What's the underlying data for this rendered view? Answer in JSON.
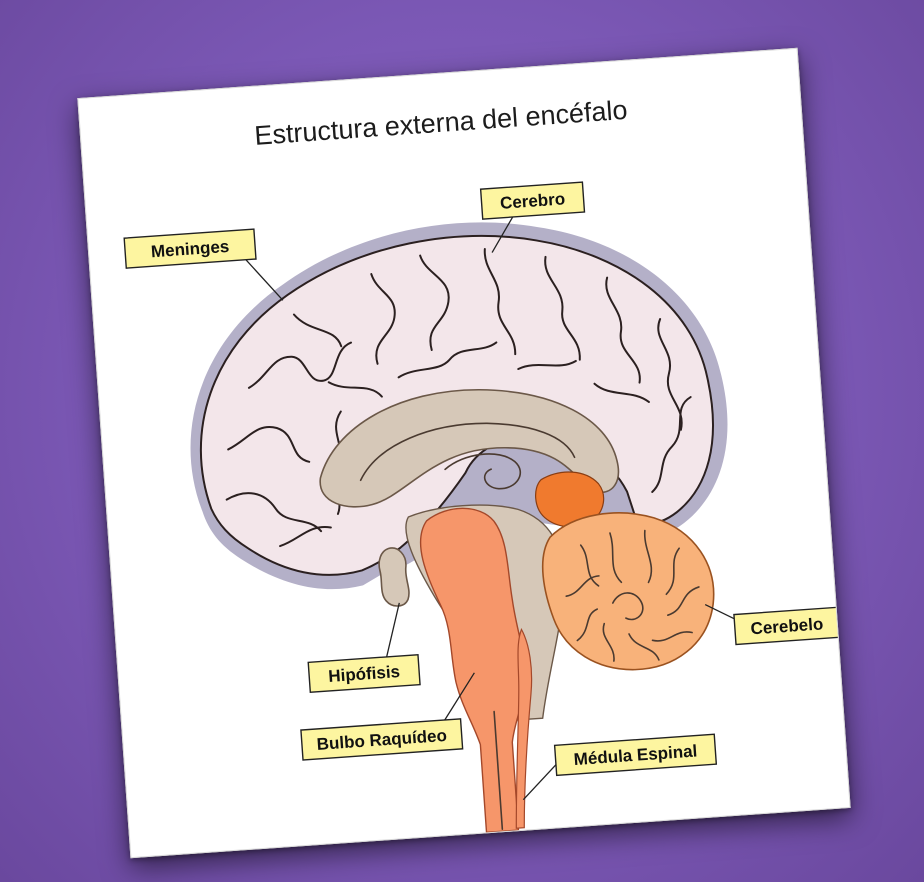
{
  "title": "Estructura externa del encéfalo",
  "labels": {
    "meninges": "Meninges",
    "cerebro": "Cerebro",
    "cerebelo": "Cerebelo",
    "hipofisis": "Hipófisis",
    "bulbo": "Bulbo Raquídeo",
    "medula": "Médula Espinal"
  },
  "colors": {
    "background": "#7b58b5",
    "cerebrum": "#f3e6ea",
    "meninges": "#b4b0c8",
    "inner_tissue": "#d6c8b8",
    "brainstem": "#f6966a",
    "cerebellum": "#f8b27a",
    "midbrain": "#f07a2e",
    "label_box": "#fdf5a0"
  }
}
